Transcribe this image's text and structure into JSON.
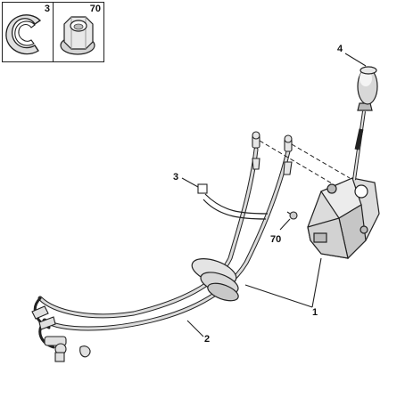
{
  "legend": {
    "items": [
      {
        "ref": "3",
        "icon": "circlip-icon"
      },
      {
        "ref": "70",
        "icon": "flange-nut-icon"
      }
    ]
  },
  "callouts": {
    "knob": "4",
    "clip": "3",
    "nut": "70",
    "lever_assembly": "1",
    "cables": "2"
  },
  "colors": {
    "line": "#222222",
    "part_fill": "#e6e6e6",
    "part_shade": "#b8b8b8",
    "cable": "#cfcfcf"
  }
}
